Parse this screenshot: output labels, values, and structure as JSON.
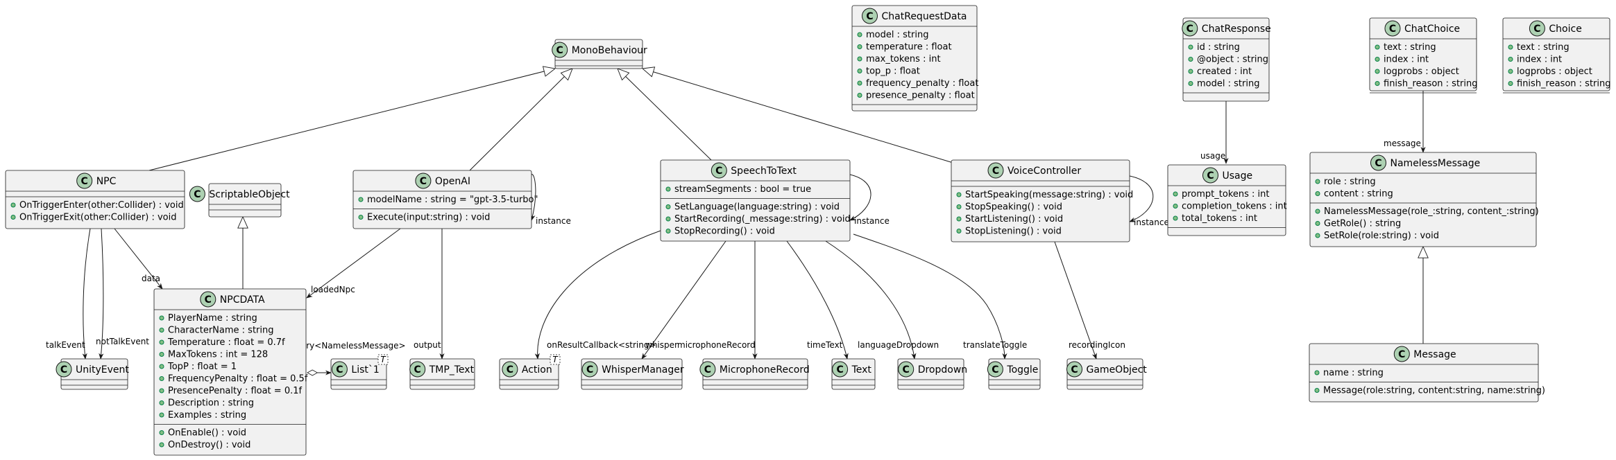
{
  "classes": {
    "monobehaviour": {
      "name": "MonoBehaviour",
      "members": []
    },
    "chatrequestdata": {
      "name": "ChatRequestData",
      "members": [
        "model : string",
        "temperature : float",
        "max_tokens : int",
        "top_p : float",
        "frequency_penalty : float",
        "presence_penalty : float"
      ]
    },
    "chatresponse": {
      "name": "ChatResponse",
      "members": [
        "id : string",
        "@object : string",
        "created : int",
        "model : string"
      ]
    },
    "chatchoice": {
      "name": "ChatChoice",
      "members": [
        "text : string",
        "index : int",
        "logprobs : object",
        "finish_reason : string"
      ]
    },
    "choice": {
      "name": "Choice",
      "members": [
        "text : string",
        "index : int",
        "logprobs : object",
        "finish_reason : string"
      ]
    },
    "npc": {
      "name": "NPC",
      "members": [],
      "methods": [
        "OnTriggerEnter(other:Collider) : void",
        "OnTriggerExit(other:Collider) : void"
      ]
    },
    "scriptableobject": {
      "name": "ScriptableObject",
      "members": []
    },
    "openai": {
      "name": "OpenAI",
      "members": [
        "modelName : string = \"gpt-3.5-turbo\""
      ],
      "methods": [
        "Execute(input:string) : void"
      ]
    },
    "speechtotext": {
      "name": "SpeechToText",
      "members": [
        "streamSegments : bool = true"
      ],
      "methods": [
        "SetLanguage(language:string) : void",
        "StartRecording(_message:string) : void",
        "StopRecording() : void"
      ]
    },
    "voicecontroller": {
      "name": "VoiceController",
      "members": [],
      "methods": [
        "StartSpeaking(message:string) : void",
        "StopSpeaking() : void",
        "StartListening() : void",
        "StopListening() : void"
      ]
    },
    "usage": {
      "name": "Usage",
      "members": [
        "prompt_tokens : int",
        "completion_tokens : int",
        "total_tokens : int"
      ]
    },
    "namelessmessage": {
      "name": "NamelessMessage",
      "members": [
        "role : string",
        "content : string"
      ],
      "methods": [
        "NamelessMessage(role_:string, content_:string)",
        "GetRole() : string",
        "SetRole(role:string) : void"
      ]
    },
    "npcdata": {
      "name": "NPCDATA",
      "members": [
        "PlayerName : string",
        "CharacterName : string",
        "Temperature : float = 0.7f",
        "MaxTokens : int = 128",
        "TopP : float = 1",
        "FrequencyPenalty : float = 0.5f",
        "PresencePenalty : float = 0.1f",
        "Description : string",
        "Examples : string"
      ],
      "methods": [
        "OnEnable() : void",
        "OnDestroy() : void"
      ]
    },
    "unityevent": {
      "name": "UnityEvent",
      "members": []
    },
    "list1": {
      "name": "List`1",
      "members": [],
      "generic": "T"
    },
    "tmptext": {
      "name": "TMP_Text",
      "members": []
    },
    "action": {
      "name": "Action",
      "members": [],
      "generic": "T"
    },
    "whispermanager": {
      "name": "WhisperManager",
      "members": []
    },
    "microphonerecord": {
      "name": "MicrophoneRecord",
      "members": []
    },
    "text": {
      "name": "Text",
      "members": []
    },
    "dropdown": {
      "name": "Dropdown",
      "members": []
    },
    "toggle": {
      "name": "Toggle",
      "members": []
    },
    "gameobject": {
      "name": "GameObject",
      "members": []
    },
    "message": {
      "name": "Message",
      "members": [
        "name : string"
      ],
      "methods": [
        "Message(role:string, content:string, name:string)"
      ]
    }
  },
  "edge_labels": {
    "usage": "usage",
    "message": "message",
    "data": "data",
    "talkEvent": "talkEvent",
    "notTalkEvent": "notTalkEvent",
    "loadedNpc": "loadedNpc",
    "history": "history<NamelessMessage>",
    "output": "output",
    "openai_instance": "instance",
    "stt_instance": "instance",
    "vc_instance": "instance",
    "onResultCallback": "onResultCallback<string>",
    "whisper": "whisper",
    "microphoneRecord": "microphoneRecord",
    "timeText": "timeText",
    "languageDropdown": "languageDropdown",
    "translateToggle": "translateToggle",
    "recordingIcon": "recordingIcon"
  },
  "colors": {
    "box_fill": "#F1F1F1",
    "border": "#181818",
    "class_circle": "#ADD1B2",
    "public_marker": "#84BE84"
  }
}
